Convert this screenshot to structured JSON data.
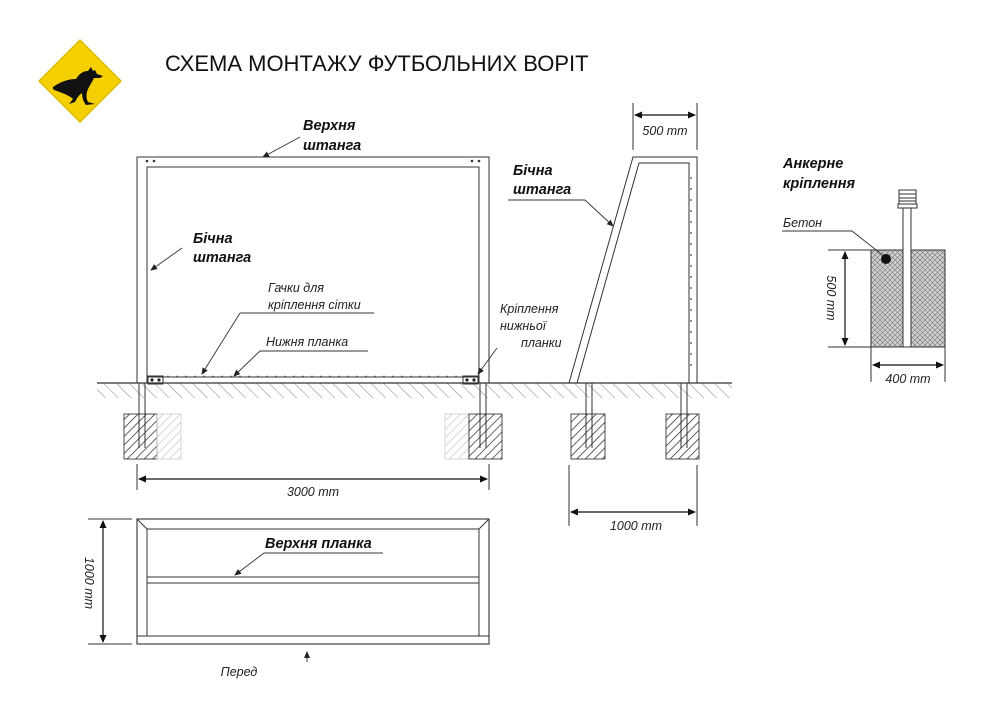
{
  "title": "СХЕМА МОНТАЖУ ФУТБОЛЬНИХ ВОРІТ",
  "colors": {
    "logo_fill": "#F5D000",
    "logo_figure": "#111111",
    "line": "#333333"
  },
  "logo": {
    "icon": "kangaroo-icon"
  },
  "front_view": {
    "top_bar_label": [
      "Верхня",
      "штанга"
    ],
    "side_post_label": [
      "Бічна",
      "штанга"
    ],
    "hooks_label": [
      "Гачки для",
      "кріплення сітки"
    ],
    "bottom_bar_label": "Нижня планка",
    "bottom_mount_label": [
      "Кріплення",
      "нижньої",
      "планки"
    ],
    "width_dim": "3000 mm"
  },
  "side_view": {
    "side_post_label": [
      "Бічна",
      "штанга"
    ],
    "top_depth_dim": "500 mm",
    "bottom_depth_dim": "1000 mm"
  },
  "anchor": {
    "title": [
      "Анкерне",
      "кріплення"
    ],
    "concrete_label": "Бетон",
    "depth_dim": "500 mm",
    "width_dim": "400 mm"
  },
  "top_view": {
    "top_plank_label": "Верхня планка",
    "depth_dim": "1000 mm",
    "front_label": "Перед"
  }
}
